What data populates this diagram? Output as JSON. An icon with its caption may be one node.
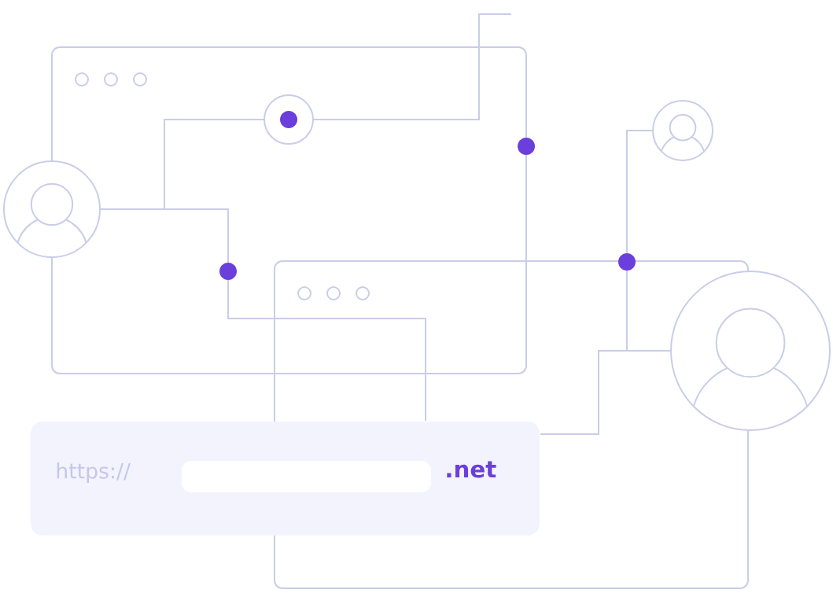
{
  "diagram": {
    "nodes": [
      {
        "text": [],
        "shape": "person"
      },
      {
        "text": [],
        "shape": "circle"
      },
      {
        "text": [],
        "shape": "person"
      },
      {
        "text": [],
        "shape": "person"
      },
      {
        "text": [
          "https://",
          ".net"
        ]
      },
      {
        "text": [],
        "shape": "box",
        "in": 4
      }
    ],
    "edges": [
      {
        "from": 0,
        "to": 1,
        "arrow": "none"
      },
      {
        "from": 0,
        "to": 4,
        "arrow": "none"
      },
      {
        "from": 1,
        "to": null,
        "arrow": "none"
      },
      {
        "from": 2,
        "to": 4,
        "arrow": "none"
      },
      {
        "from": 3,
        "to": 4,
        "arrow": "none"
      }
    ]
  }
}
